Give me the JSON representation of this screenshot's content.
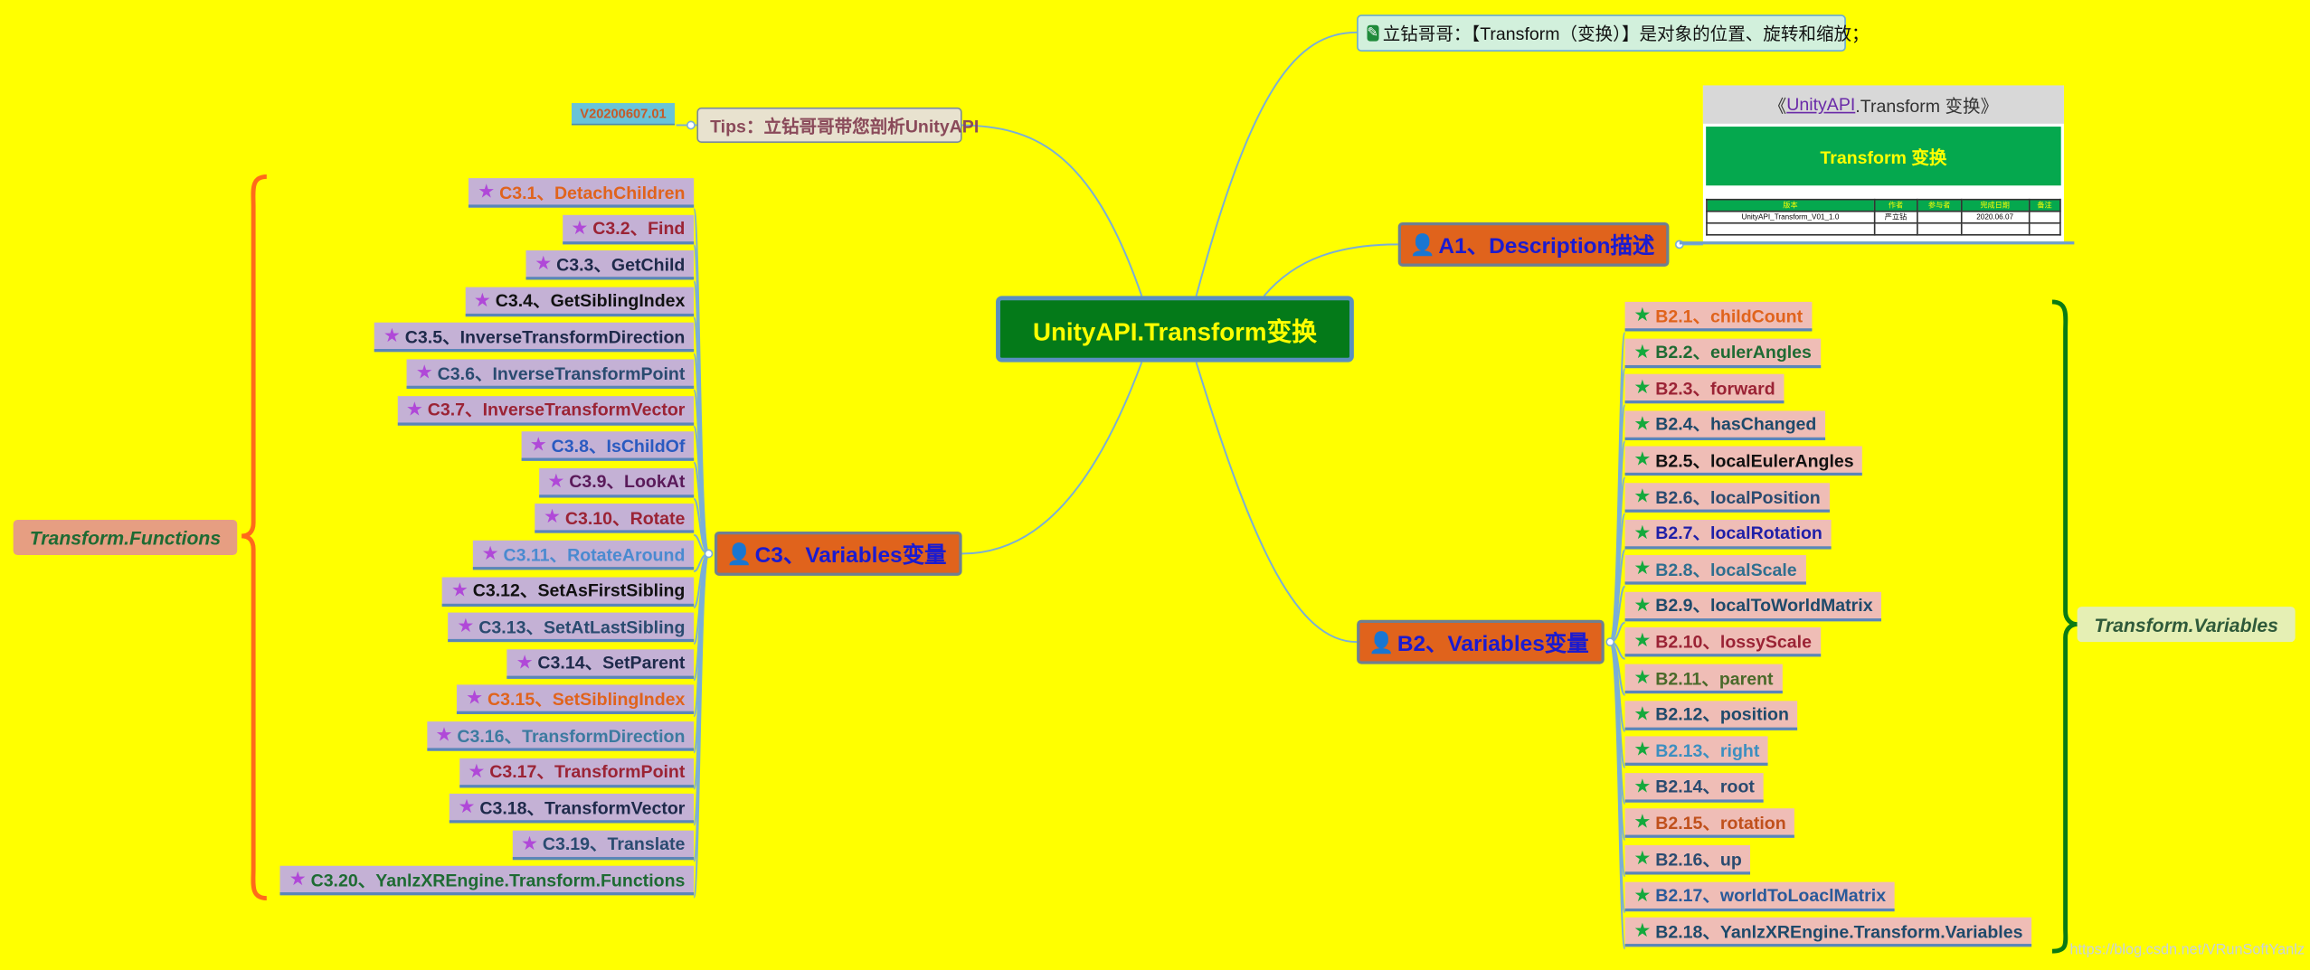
{
  "root": {
    "label": "UnityAPI.Transform变换"
  },
  "tips": {
    "label": "Tips：立钻哥哥带您剖析UnityAPI",
    "version": "V20200607.01"
  },
  "note": {
    "label": "立钻哥哥：【Transform（变换）】是对象的位置、旋转和缩放；"
  },
  "a1": {
    "label": "A1、Description描述",
    "table": {
      "title_prefix": "《",
      "title_highlight": "UnityAPI",
      "title_suffix": ".Transform 变换》",
      "banner": "Transform 变换",
      "headers": [
        "版本",
        "作者",
        "参与者",
        "完成日期",
        "备注"
      ],
      "row": [
        "UnityAPI_Transform_V01_1.0",
        "严立钻",
        "",
        "2020.06.07",
        ""
      ]
    }
  },
  "b2": {
    "label": "B2、Variables变量",
    "topic": "Transform.Variables",
    "items": [
      {
        "label": "B2.1、childCount",
        "color": "#E0631C"
      },
      {
        "label": "B2.2、eulerAngles",
        "color": "#1E6B33"
      },
      {
        "label": "B2.3、forward",
        "color": "#9B2335"
      },
      {
        "label": "B2.4、hasChanged",
        "color": "#1E4A6B"
      },
      {
        "label": "B2.5、localEulerAngles",
        "color": "#111111"
      },
      {
        "label": "B2.6、localPosition",
        "color": "#2A4B70"
      },
      {
        "label": "B2.7、localRotation",
        "color": "#1F1FA8"
      },
      {
        "label": "B2.8、localScale",
        "color": "#2F6F8F"
      },
      {
        "label": "B2.9、localToWorldMatrix",
        "color": "#1E4A6B"
      },
      {
        "label": "B2.10、lossyScale",
        "color": "#9B2335"
      },
      {
        "label": "B2.11、parent",
        "color": "#4A6A2A"
      },
      {
        "label": "B2.12、position",
        "color": "#1E4A6B"
      },
      {
        "label": "B2.13、right",
        "color": "#3C8FC0"
      },
      {
        "label": "B2.14、root",
        "color": "#2A4B70"
      },
      {
        "label": "B2.15、rotation",
        "color": "#C0501C"
      },
      {
        "label": "B2.16、up",
        "color": "#2A4B70"
      },
      {
        "label": "B2.17、worldToLoaclMatrix",
        "color": "#2A5A9A"
      },
      {
        "label": "B2.18、YanlzXREngine.Transform.Variables",
        "color": "#1E4A6B"
      }
    ]
  },
  "c3": {
    "label": "C3、Variables变量",
    "topic": "Transform.Functions",
    "items": [
      {
        "label": "C3.1、DetachChildren",
        "color": "#E0631C"
      },
      {
        "label": "C3.2、Find",
        "color": "#9B2335"
      },
      {
        "label": "C3.3、GetChild",
        "color": "#1E2A4B"
      },
      {
        "label": "C3.4、GetSiblingIndex",
        "color": "#111111"
      },
      {
        "label": "C3.5、InverseTransformDirection",
        "color": "#1E2A4B"
      },
      {
        "label": "C3.6、InverseTransformPoint",
        "color": "#2A4B70"
      },
      {
        "label": "C3.7、InverseTransformVector",
        "color": "#9B2335"
      },
      {
        "label": "C3.8、IsChildOf",
        "color": "#2A5AC0"
      },
      {
        "label": "C3.9、LookAt",
        "color": "#5A1A5A"
      },
      {
        "label": "C3.10、Rotate",
        "color": "#9B2335"
      },
      {
        "label": "C3.11、RotateAround",
        "color": "#4A8AD0"
      },
      {
        "label": "C3.12、SetAsFirstSibling",
        "color": "#111111"
      },
      {
        "label": "C3.13、SetAtLastSibling",
        "color": "#2A4B70"
      },
      {
        "label": "C3.14、SetParent",
        "color": "#1E2A4B"
      },
      {
        "label": "C3.15、SetSiblingIndex",
        "color": "#E0631C"
      },
      {
        "label": "C3.16、TransformDirection",
        "color": "#3C7AA0"
      },
      {
        "label": "C3.17、TransformPoint",
        "color": "#9B2335"
      },
      {
        "label": "C3.18、TransformVector",
        "color": "#1E2A4B"
      },
      {
        "label": "C3.19、Translate",
        "color": "#2A4B70"
      },
      {
        "label": "C3.20、YanlzXREngine.Transform.Functions",
        "color": "#1E6B33"
      }
    ]
  },
  "watermark": "https://blog.csdn.net/VRunSoftYanlz",
  "colors": {
    "background": "#FFFF00",
    "left_brace": "#FF6A1A",
    "right_brace": "#0B7A14",
    "line": "#6f9fd0"
  }
}
